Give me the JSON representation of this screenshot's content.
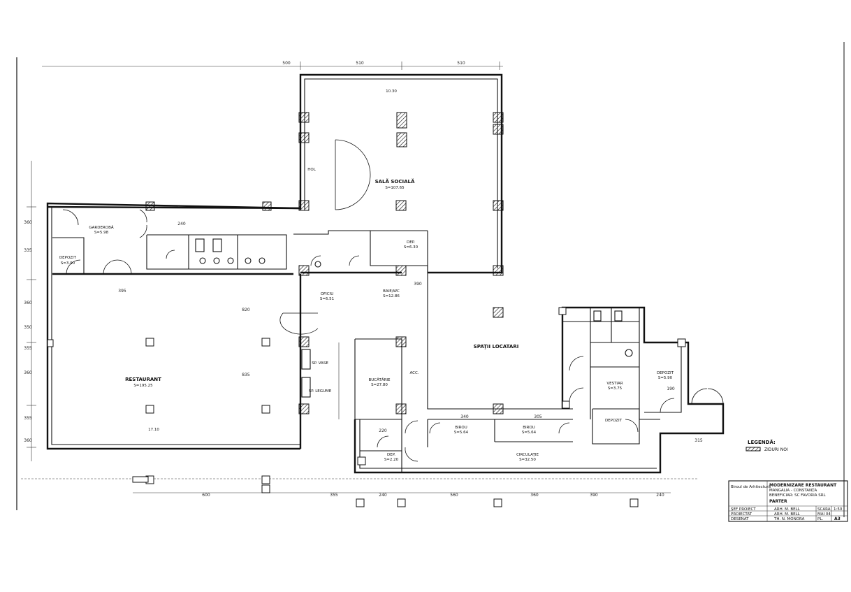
{
  "rooms": {
    "sala": {
      "name": "SALĂ SOCIALĂ",
      "area": "S=107.65"
    },
    "sala_width": "10.30",
    "restaurant": {
      "name": "RESTAURANT",
      "area": "S=195.25",
      "sub": "17.10"
    },
    "bucatarie": {
      "name": "BUCĂTĂRIE",
      "area": "S=27.80"
    },
    "spatii": {
      "name": "SPAŢII LOCATARI"
    },
    "circulatie": {
      "name": "CIRCULAŢIE",
      "area": "S=32.50"
    },
    "oficiu": {
      "name": "OFICIU",
      "area": "S=6.51"
    },
    "baie": {
      "name": "BAIE/WC",
      "area": "S=12.86"
    },
    "depozit1": {
      "name": "DEPOZIT",
      "area": "S=3.90"
    },
    "depozit2": {
      "name": "DEPOZIT",
      "area": "S=5.90"
    },
    "depozit3": {
      "name": "DEPOZIT"
    },
    "dep1": {
      "name": "DEP.",
      "area": "S=6.30"
    },
    "dep2": {
      "name": "DEP.",
      "area": "S=2.20"
    },
    "birou1": {
      "name": "BIROU",
      "area": "S=5.64"
    },
    "birou2": {
      "name": "BIROU",
      "area": "S=5.64"
    },
    "vestiar": {
      "name": "VESTIAR",
      "area": "S=3.75"
    },
    "garderoba": {
      "name": "GARDEROBĂ",
      "area": "S=5.98"
    },
    "gp_vase": "SP. VASE",
    "gp_legume": "SP. LEGUME",
    "hol": "HOL",
    "acc": "ACC."
  },
  "dims": {
    "top": [
      "500",
      "510",
      "510"
    ],
    "bottom": [
      "600",
      "355",
      "240",
      "560",
      "360",
      "390",
      "240"
    ],
    "left": [
      "360",
      "335",
      "360",
      "350",
      "355",
      "360",
      "355",
      "360"
    ],
    "inner": [
      "395",
      "240",
      "820",
      "835",
      "390",
      "220",
      "340",
      "305",
      "190",
      "315"
    ]
  },
  "legend": {
    "title": "LEGENDĂ:",
    "item": "ZIDURI NOI"
  },
  "titleblock": {
    "company": "Biroul de Arhitectură",
    "project_title": "MODERNIZARE RESTAURANT",
    "project_line2": "MANGALIA - CONSTANŢA",
    "project_line3": "BENEFICIAR: SC FAVORIA SRL",
    "plan_name": "PARTER",
    "rows": [
      {
        "role": "ŞEF PROIECT",
        "name": "ARH. M. BELL"
      },
      {
        "role": "PROIECTAT",
        "name": "ARH. M. BELL"
      },
      {
        "role": "DESENAT",
        "name": "TH. N. MONORA"
      }
    ],
    "scara_label": "SCARA",
    "scara": "1:50",
    "date": "MAI 04",
    "pl_label": "PL.",
    "pl": "A3"
  }
}
